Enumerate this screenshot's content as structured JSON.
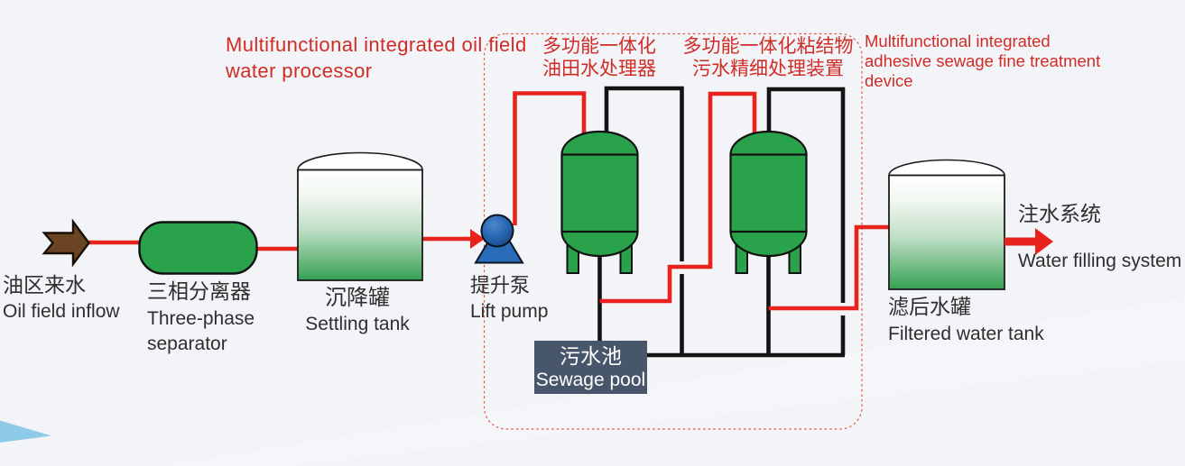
{
  "colors": {
    "background": "#f3f4f8",
    "pipe_red": "#e8231d",
    "pipe_black": "#131313",
    "vessel_green": "#2aa24c",
    "vessel_outline": "#111111",
    "tank_green": "#35a052",
    "tank_top": "#ffffff",
    "inflow_brown": "#6a4423",
    "pump_blue": "#2a6cb8",
    "pump_blue_dark": "#16386e",
    "sewage_box_bg": "#47566b",
    "sewage_text": "#ffffff",
    "label_color": "#2e2e2e",
    "annotation_red": "#d02c26",
    "dashed_border": "#e0593f",
    "corner_accent_blue": "#8ecbe9"
  },
  "annotations": {
    "processor_group": {
      "lines": [
        "Multifunctional integrated oil field",
        "water processor"
      ]
    },
    "vessel1_header": {
      "lines": [
        "多功能一体化",
        "油田水处理器"
      ]
    },
    "vessel2_header": {
      "lines": [
        "多功能一体化粘结物",
        "污水精细处理装置"
      ]
    },
    "fine_treatment_device": {
      "lines": [
        "Multifunctional integrated",
        "adhesive sewage fine treatment",
        "device"
      ]
    }
  },
  "components": {
    "oil_field_inflow": {
      "zh": "油区来水",
      "en": "Oil field inflow"
    },
    "three_phase_separator": {
      "zh": "三相分离器",
      "en_line1": "Three-phase",
      "en_line2": "separator"
    },
    "settling_tank": {
      "zh": "沉降罐",
      "en": "Settling tank"
    },
    "lift_pump": {
      "zh": "提升泵",
      "en": "Lift pump"
    },
    "sewage_pool": {
      "zh": "污水池",
      "en": "Sewage pool"
    },
    "filtered_water_tank": {
      "zh": "滤后水罐",
      "en": "Filtered water tank"
    },
    "water_filling_system": {
      "zh": "注水系统",
      "en": "Water filling system"
    }
  }
}
